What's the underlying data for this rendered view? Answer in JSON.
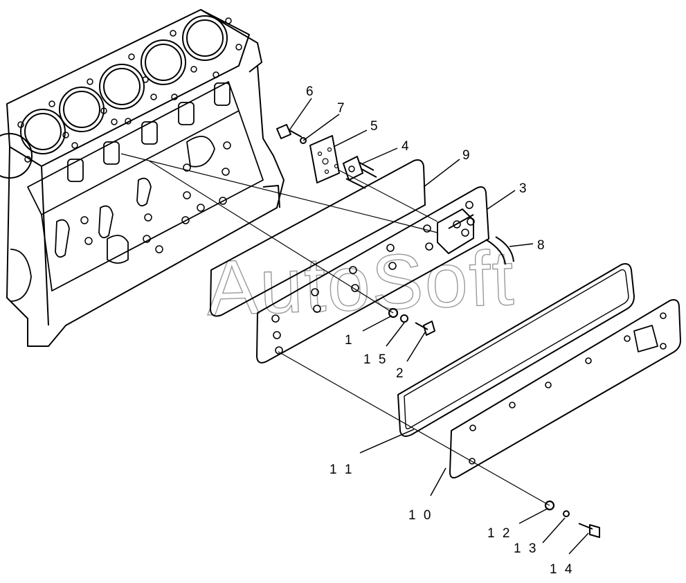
{
  "watermark": "AutoSoft",
  "callouts": [
    {
      "id": "c6",
      "text": "6"
    },
    {
      "id": "c7",
      "text": "7"
    },
    {
      "id": "c5",
      "text": "5"
    },
    {
      "id": "c4",
      "text": "4"
    },
    {
      "id": "c9",
      "text": "9"
    },
    {
      "id": "c3",
      "text": "3"
    },
    {
      "id": "c8",
      "text": "8"
    },
    {
      "id": "c1",
      "text": "1"
    },
    {
      "id": "c15",
      "text": "1 5"
    },
    {
      "id": "c2",
      "text": "2"
    },
    {
      "id": "c11",
      "text": "1 1"
    },
    {
      "id": "c10",
      "text": "1 0"
    },
    {
      "id": "c12",
      "text": "1 2"
    },
    {
      "id": "c13",
      "text": "1 3"
    },
    {
      "id": "c14",
      "text": "1 4"
    }
  ]
}
